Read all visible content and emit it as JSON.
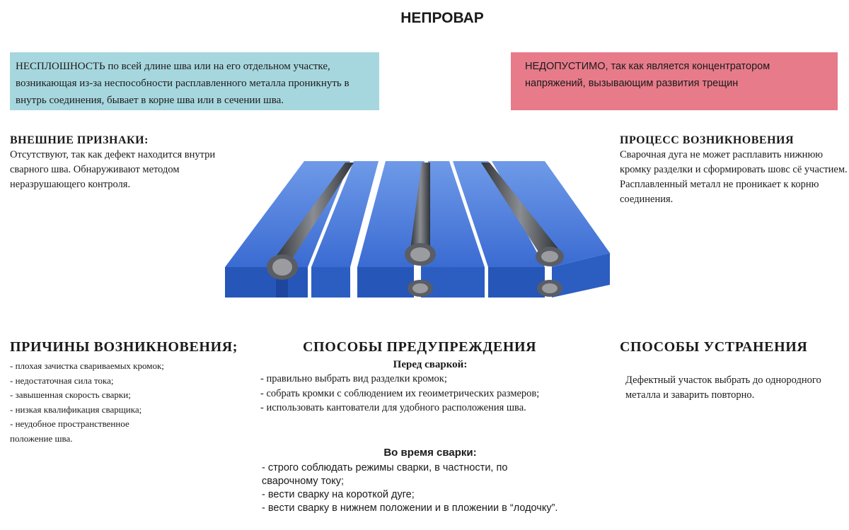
{
  "title": "НЕПРОВАР",
  "definition": "НЕСПЛОШНОСТЬ по всей длине шва или на его отдельном участке, возникающая из-за неспособности расплавленного металла проникнуть в внутрь соединения, бывает в корне шва или в сечении шва.",
  "warning": "НЕДОПУСТИМО, так как является концентратором напряжений, вызывающим развития трещин",
  "external": {
    "heading": "ВНЕШНИЕ ПРИЗНАКИ:",
    "text": "Отсутствуют, так как дефект находится внутри сварного шва. Обнаруживают методом неразрушающего контроля."
  },
  "process": {
    "heading": "ПРОЦЕСС ВОЗНИКНОВЕНИЯ",
    "text": "Сварочная дуга не может расплавить нижнюю кромку разделки и сформировать шовс сё участием. Расплавленный металл не проникает к корню соединения."
  },
  "causes": {
    "heading": "ПРИЧИНЫ ВОЗНИКНОВЕНИЯ;",
    "items": [
      "- плохая зачистка свариваемых кромок;",
      "- недостаточная сила тока;",
      "- завышенная скорость сварки;",
      "- низкая квалификация сварщика;",
      "- неудобное пространственное положение шва."
    ]
  },
  "prevention": {
    "heading": "СПОСОБЫ ПРЕДУПРЕЖДЕНИЯ",
    "before_label": "Перед сваркой:",
    "before_items": [
      "- правильно выбрать вид разделки кромок;",
      "- собрать кромки с соблюдением их геоиметрических размеров;",
      "- использовать кантователи для удобного расположения шва."
    ],
    "during_label": "Во время сварки:",
    "during_items": [
      "- строго соблюдать режимы сварки, в частности, по сварочному току;",
      "- вести сварку на короткой дуге;",
      "- вести сварку в нижнем положении и в пложении в “лодочку”."
    ]
  },
  "elimination": {
    "heading": "СПОСОБЫ УСТРАНЕНИЯ",
    "text": "Дефектный участок выбрать до однородного металла и заварить повторно."
  },
  "colors": {
    "definition_bg": "#a7d7de",
    "warning_bg": "#e77b8a",
    "plate_top": "#3f73d6",
    "plate_side": "#2656b8",
    "bead": "#55585e"
  }
}
